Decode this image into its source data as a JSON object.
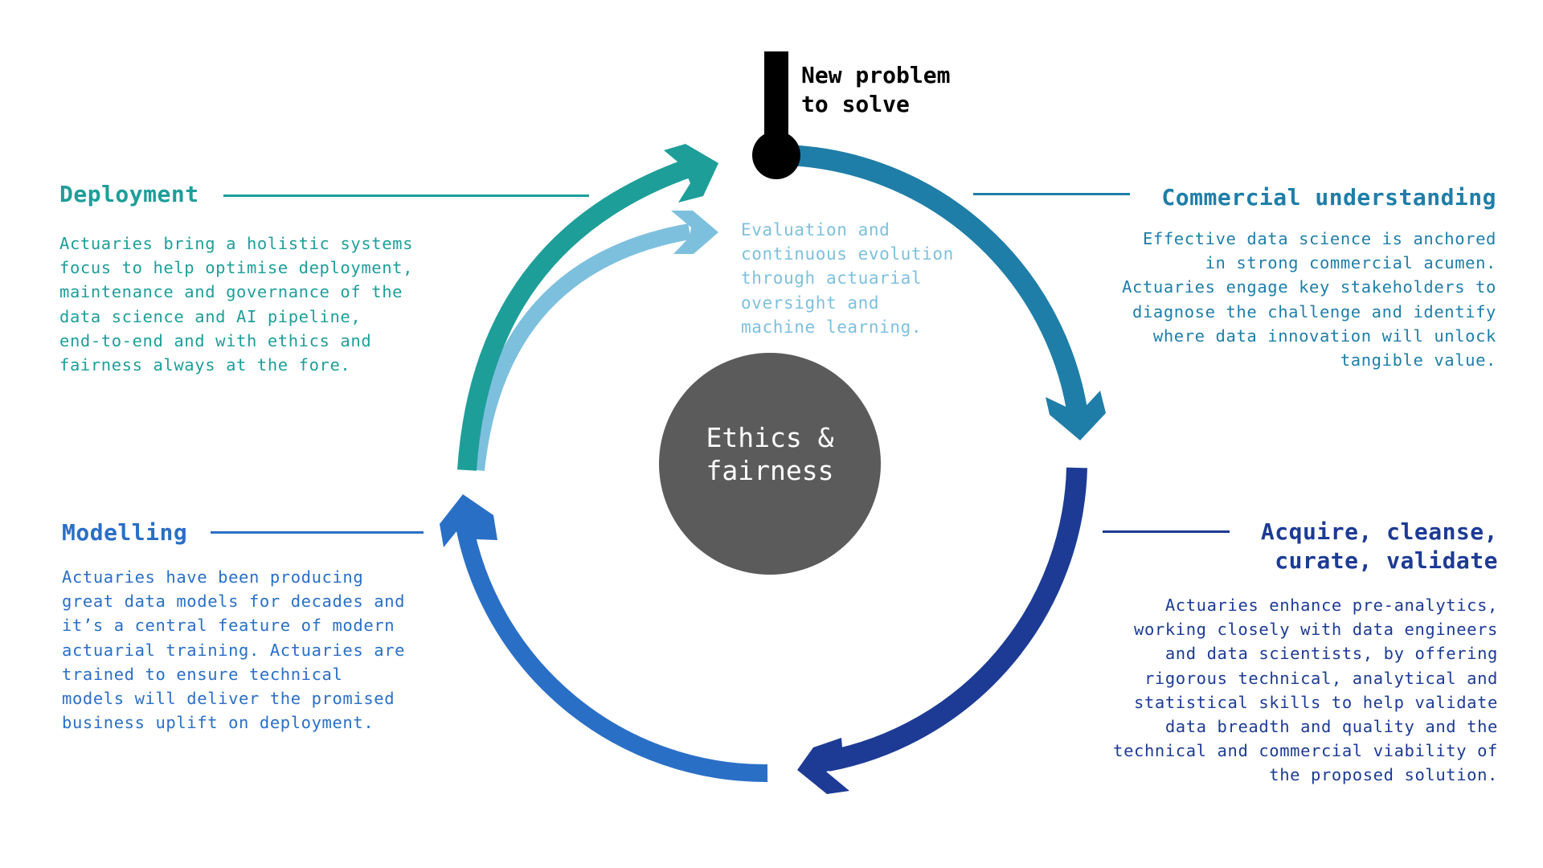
{
  "start": {
    "label": "New problem\nto solve",
    "color": "#000000"
  },
  "center": {
    "label": "Ethics &\nfairness",
    "color": "#5b5b5b"
  },
  "evaluation": {
    "text": "Evaluation and\ncontinuous evolution\nthrough actuarial\noversight and\nmachine learning.",
    "color": "#7dc0de"
  },
  "stages": {
    "commercial": {
      "title": "Commercial understanding",
      "body": "Effective data science is anchored\nin strong commercial acumen.\nActuaries engage key stakeholders to\ndiagnose the challenge and identify\nwhere data innovation will unlock\ntangible value.",
      "color": "#1f7ea8"
    },
    "acquire": {
      "title": "Acquire, cleanse,\ncurate, validate",
      "body": "Actuaries enhance pre-analytics,\nworking closely with data engineers\nand data scientists, by offering\nrigorous technical, analytical and\nstatistical skills to help validate\ndata breadth and quality and the\ntechnical and commercial viability of\nthe proposed solution.",
      "color": "#1d3b94"
    },
    "modelling": {
      "title": "Modelling",
      "body": "Actuaries have been producing\ngreat data models for decades and\nit’s a central feature of modern\nactuarial training. Actuaries are\ntrained to ensure technical\nmodels will deliver the promised\nbusiness uplift on deployment.",
      "color": "#2a6fc6"
    },
    "deployment": {
      "title": "Deployment",
      "body": "Actuaries bring a holistic systems\nfocus to help optimise deployment,\nmaintenance and governance of the\ndata science and AI pipeline,\nend-to-end and with ethics and\nfairness always at the fore.",
      "color": "#1e9e99"
    }
  },
  "cycle_order": [
    "commercial",
    "acquire",
    "modelling",
    "deployment",
    "evaluation"
  ]
}
